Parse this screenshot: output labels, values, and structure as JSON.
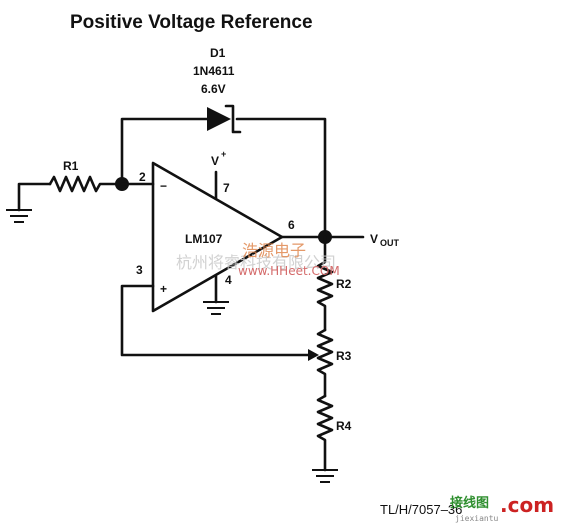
{
  "title": "Positive Voltage Reference",
  "diode": {
    "ref": "D1",
    "part": "1N4611",
    "voltage": "6.6V"
  },
  "resistors": {
    "r1": "R1",
    "r2": "R2",
    "r3": "R3",
    "r4": "R4"
  },
  "opamp": {
    "part": "LM107",
    "supply": "V",
    "supply_sup": "+",
    "pins": {
      "inv": "2",
      "noninv": "3",
      "vplus": "7",
      "gnd": "4",
      "out": "6"
    },
    "inv_sign": "−",
    "noninv_sign": "+"
  },
  "output": {
    "label": "V",
    "sub": "OUT"
  },
  "footnote": "TL/H/7057–36",
  "watermarks": {
    "cn_company": "杭州将睿科技有限公司",
    "cn_brand": "浩源电子",
    "url": "www.HHeet.COM",
    "logo_cn": "接线图",
    "logo_com": ".com",
    "logo_sub": "jiexiantu"
  }
}
